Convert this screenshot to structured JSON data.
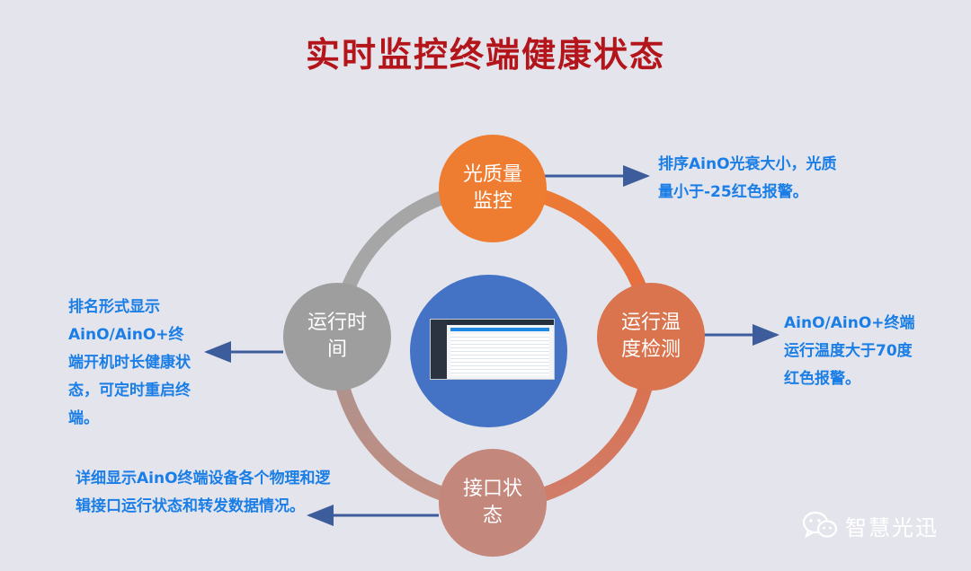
{
  "title": "实时监控终端健康状态",
  "nodes": {
    "quality": "光质量\n监控",
    "temperature": "运行温\n度检测",
    "interface": "接口状\n态",
    "runtime": "运行时\n间"
  },
  "descriptions": {
    "quality": "排序AinO光衰大小，光质\n量小于-25红色报警。",
    "temperature": "AinO/AinO+终端\n运行温度大于70度\n红色报警。",
    "runtime": "排名形式显示\nAinO/AinO+终\n端开机时长健康状\n态，可定时重启终\n端。",
    "interface": "详细显示AinO终端设备各个物理和逻\n辑接口运行状态和转发数据情况。"
  },
  "watermark": {
    "text": "智慧光迅",
    "icon": "wechat-icon"
  },
  "colors": {
    "title": "#b3151b",
    "quality": "#ee7d31",
    "temperature": "#d9744f",
    "interface": "#c4877c",
    "runtime": "#9e9e9e",
    "center": "#4473c5",
    "description": "#1a7ee6",
    "arrow": "#3d5c9c"
  }
}
